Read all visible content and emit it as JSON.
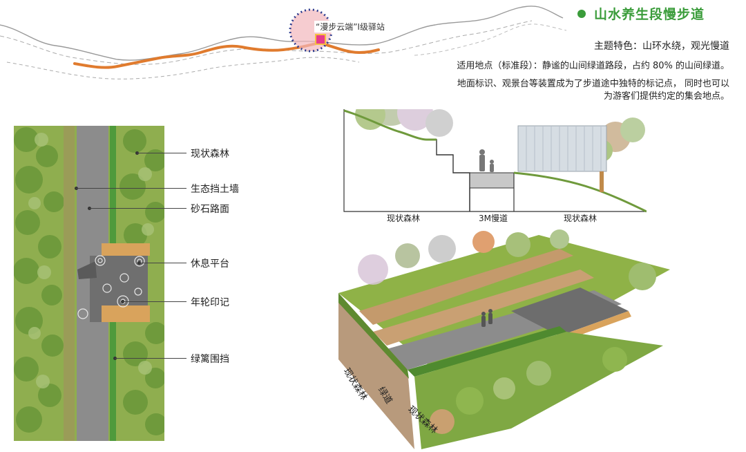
{
  "header": {
    "title": "山水养生段慢步道",
    "dot_color": "#3a9c3a",
    "feature": "主题特色：山环水绕，观光慢道",
    "location": "适用地点（标准段）：静谧的山间绿道路段，占约 80% 的山间绿道。",
    "note_line1": "地面标识、观景台等装置成为了步道途中独特的标记点， 同时也可以",
    "note_line2": "为游客们提供约定的集会地点。"
  },
  "route_map": {
    "station_label": "“漫步云端”Ⅰ级驿站",
    "route_color": "#e07b2e",
    "station_icon": "station-marker-icon"
  },
  "plan": {
    "labels": [
      "现状森林",
      "生态挡土墙",
      "砂石路面",
      "休息平台",
      "年轮印记",
      "绿篱围挡"
    ]
  },
  "section": {
    "labels": [
      "现状森林",
      "3M慢道",
      "现状森林"
    ]
  },
  "iso": {
    "labels": [
      "现状森林",
      "绿道",
      "现状森林"
    ]
  }
}
